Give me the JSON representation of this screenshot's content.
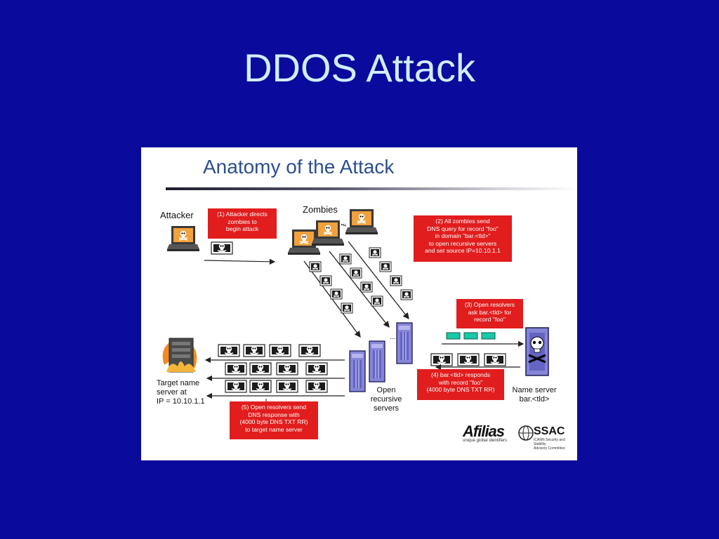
{
  "slide": {
    "title": "DDOS Attack"
  },
  "figure": {
    "title": "Anatomy of the Attack",
    "labels": {
      "attacker": "Attacker",
      "zombies": "Zombies",
      "target": [
        "Target name",
        "server at",
        "IP = 10.10.1.1"
      ],
      "open_resolvers": [
        "Open",
        "recursive",
        "servers"
      ],
      "name_server": [
        "Name server",
        "bar.<tld>"
      ]
    },
    "steps": [
      {
        "id": "1",
        "lines": [
          "(1) Attacker directs",
          "zombies to",
          "begin attack"
        ]
      },
      {
        "id": "2",
        "lines": [
          "(2) All zombies send",
          "DNS query for record \"foo\"",
          "in domain \"bar.<tld>\"",
          "to open recursive servers",
          "and set source IP=10.10.1.1"
        ]
      },
      {
        "id": "3",
        "lines": [
          "(3) Open resolvers",
          "ask bar.<tld> for",
          "record \"foo\""
        ]
      },
      {
        "id": "4",
        "lines": [
          "(4) bar.<tld> responds",
          "with record \"foo\"",
          "(4000 byte DNS TXT RR)"
        ]
      },
      {
        "id": "5",
        "lines": [
          "(5) Open resolvers send",
          "DNS response with",
          "(4000 byte DNS TXT RR)",
          "to target name server"
        ]
      }
    ],
    "logos": {
      "afilias": "Afilias",
      "afilias_tag": "unique global identifiers",
      "ssac": "SSAC",
      "ssac_tag": [
        "ICANN Security and Stability",
        "Advisory Committee"
      ]
    },
    "ellipsis": "..."
  },
  "colors": {
    "slide_bg": "#0a0a9c",
    "title_text": "#cfeeff",
    "callout_red": "#e11d1d",
    "server_blue": "#8585d8",
    "query_teal": "#19c9a6"
  }
}
